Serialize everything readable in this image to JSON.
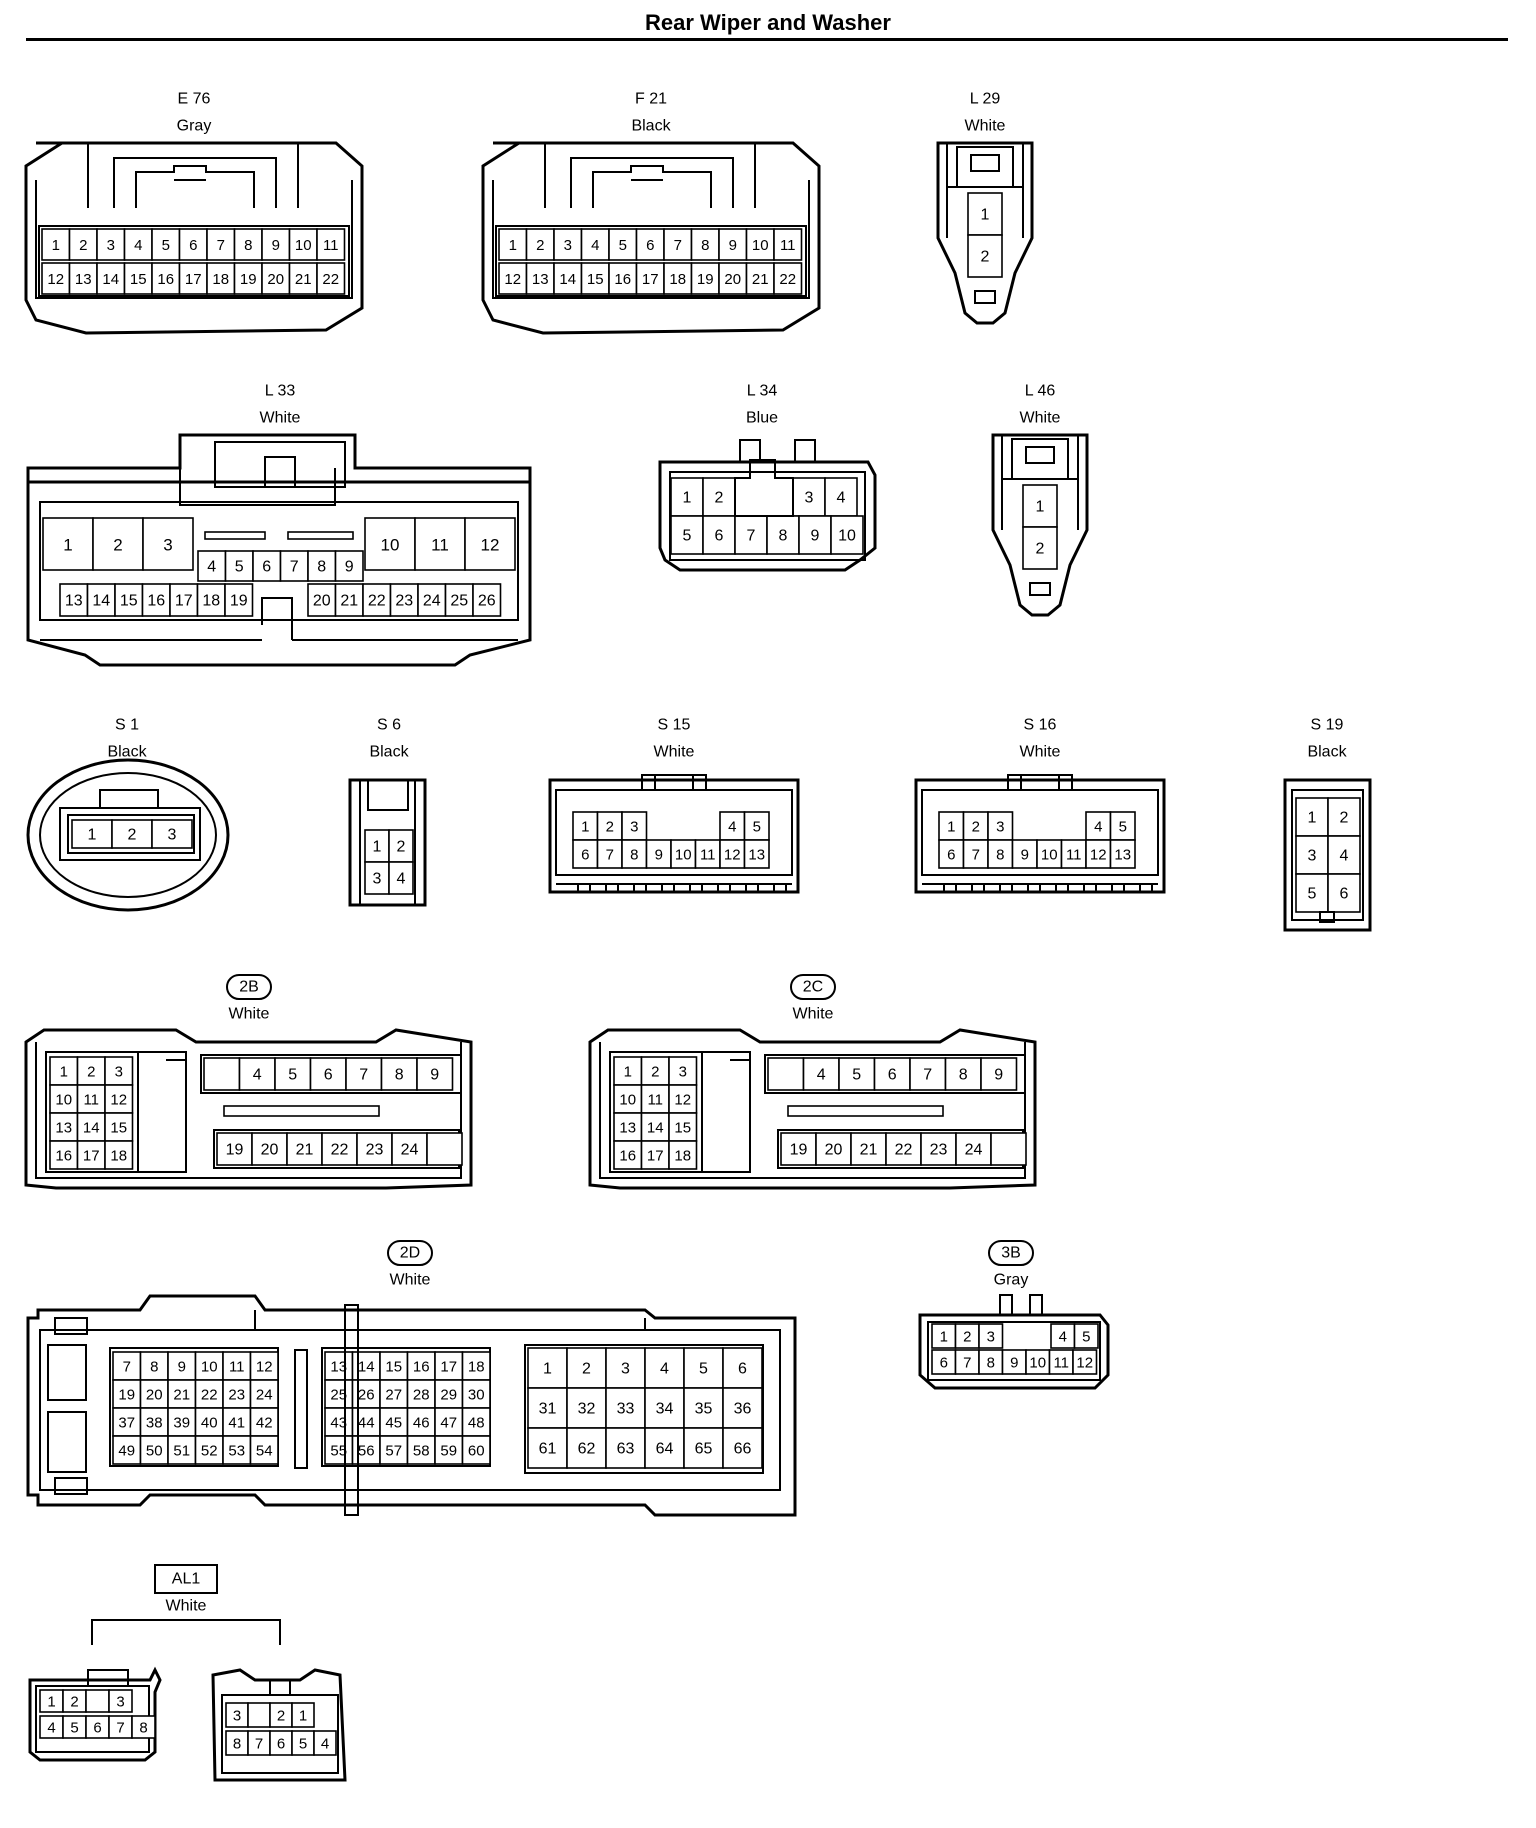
{
  "title": "Rear Wiper and Washer",
  "connectors": [
    {
      "id": "E76",
      "code": "E 76",
      "color": "Gray",
      "shape": "e21",
      "pins": [
        [
          "1",
          "2",
          "3",
          "4",
          "5",
          "6",
          "7",
          "8",
          "9",
          "10",
          "11"
        ],
        [
          "12",
          "13",
          "14",
          "15",
          "16",
          "17",
          "18",
          "19",
          "20",
          "21",
          "22"
        ]
      ]
    },
    {
      "id": "F21",
      "code": "F 21",
      "color": "Black",
      "shape": "e21",
      "pins": [
        [
          "1",
          "2",
          "3",
          "4",
          "5",
          "6",
          "7",
          "8",
          "9",
          "10",
          "11"
        ],
        [
          "12",
          "13",
          "14",
          "15",
          "16",
          "17",
          "18",
          "19",
          "20",
          "21",
          "22"
        ]
      ]
    },
    {
      "id": "L29",
      "code": "L 29",
      "color": "White",
      "shape": "l29",
      "pins": [
        [
          "1"
        ],
        [
          "2"
        ]
      ]
    },
    {
      "id": "L33",
      "code": "L 33",
      "color": "White",
      "shape": "l33",
      "pins": {
        "big_left": [
          "1",
          "2",
          "3"
        ],
        "big_right": [
          "10",
          "11",
          "12"
        ],
        "middle": [
          "4",
          "5",
          "6",
          "7",
          "8",
          "9"
        ],
        "bottom_left": [
          "13",
          "14",
          "15",
          "16",
          "17",
          "18",
          "19"
        ],
        "bottom_right": [
          "20",
          "21",
          "22",
          "23",
          "24",
          "25",
          "26"
        ]
      }
    },
    {
      "id": "L34",
      "code": "L 34",
      "color": "Blue",
      "shape": "l34",
      "pins": {
        "top_left": [
          "1",
          "2"
        ],
        "top_right": [
          "3",
          "4"
        ],
        "bottom": [
          "5",
          "6",
          "7",
          "8",
          "9",
          "10"
        ]
      }
    },
    {
      "id": "L46",
      "code": "L 46",
      "color": "White",
      "shape": "l29",
      "pins": [
        [
          "1"
        ],
        [
          "2"
        ]
      ]
    },
    {
      "id": "S1",
      "code": "S 1",
      "color": "Black",
      "shape": "s1",
      "pins": [
        [
          "1",
          "2",
          "3"
        ]
      ]
    },
    {
      "id": "S6",
      "code": "S 6",
      "color": "Black",
      "shape": "s6",
      "pins": [
        [
          "1",
          "2"
        ],
        [
          "3",
          "4"
        ]
      ]
    },
    {
      "id": "S15",
      "code": "S 15",
      "color": "White",
      "shape": "s15",
      "pins": {
        "top_left": [
          "1",
          "2",
          "3"
        ],
        "top_right": [
          "4",
          "5"
        ],
        "bottom": [
          "6",
          "7",
          "8",
          "9",
          "10",
          "11",
          "12",
          "13"
        ]
      }
    },
    {
      "id": "S16",
      "code": "S 16",
      "color": "White",
      "shape": "s15",
      "pins": {
        "top_left": [
          "1",
          "2",
          "3"
        ],
        "top_right": [
          "4",
          "5"
        ],
        "bottom": [
          "6",
          "7",
          "8",
          "9",
          "10",
          "11",
          "12",
          "13"
        ]
      }
    },
    {
      "id": "S19",
      "code": "S 19",
      "color": "Black",
      "shape": "s19",
      "pins": [
        [
          "1",
          "2"
        ],
        [
          "3",
          "4"
        ],
        [
          "5",
          "6"
        ]
      ]
    },
    {
      "id": "2B",
      "code": "2B",
      "color": "White",
      "shape": "2b",
      "badge": true,
      "pins": {
        "left": [
          [
            "1",
            "2",
            "3"
          ],
          [
            "10",
            "11",
            "12"
          ],
          [
            "13",
            "14",
            "15"
          ],
          [
            "16",
            "17",
            "18"
          ]
        ],
        "top": [
          "4",
          "5",
          "6",
          "7",
          "8",
          "9"
        ],
        "bottom": [
          "19",
          "20",
          "21",
          "22",
          "23",
          "24",
          ""
        ]
      }
    },
    {
      "id": "2C",
      "code": "2C",
      "color": "White",
      "shape": "2b",
      "badge": true,
      "pins": {
        "left": [
          [
            "1",
            "2",
            "3"
          ],
          [
            "10",
            "11",
            "12"
          ],
          [
            "13",
            "14",
            "15"
          ],
          [
            "16",
            "17",
            "18"
          ]
        ],
        "top": [
          "4",
          "5",
          "6",
          "7",
          "8",
          "9"
        ],
        "bottom": [
          "19",
          "20",
          "21",
          "22",
          "23",
          "24",
          ""
        ]
      }
    },
    {
      "id": "2D",
      "code": "2D",
      "color": "White",
      "shape": "2d",
      "badge": true,
      "pins": {
        "block_a": [
          [
            "7",
            "8",
            "9",
            "10",
            "11",
            "12"
          ],
          [
            "19",
            "20",
            "21",
            "22",
            "23",
            "24"
          ],
          [
            "37",
            "38",
            "39",
            "40",
            "41",
            "42"
          ],
          [
            "49",
            "50",
            "51",
            "52",
            "53",
            "54"
          ]
        ],
        "block_b": [
          [
            "13",
            "14",
            "15",
            "16",
            "17",
            "18"
          ],
          [
            "25",
            "26",
            "27",
            "28",
            "29",
            "30"
          ],
          [
            "43",
            "44",
            "45",
            "46",
            "47",
            "48"
          ],
          [
            "55",
            "56",
            "57",
            "58",
            "59",
            "60"
          ]
        ],
        "block_c": [
          [
            "1",
            "2",
            "3",
            "4",
            "5",
            "6"
          ],
          [
            "31",
            "32",
            "33",
            "34",
            "35",
            "36"
          ],
          [
            "61",
            "62",
            "63",
            "64",
            "65",
            "66"
          ]
        ]
      }
    },
    {
      "id": "3B",
      "code": "3B",
      "color": "Gray",
      "shape": "3b",
      "badge": true,
      "pins": {
        "top_left": [
          "1",
          "2",
          "3"
        ],
        "top_right": [
          "4",
          "5"
        ],
        "bottom": [
          "6",
          "7",
          "8",
          "9",
          "10",
          "11",
          "12"
        ]
      }
    },
    {
      "id": "AL1",
      "code": "AL1",
      "color": "White",
      "shape": "al1",
      "box": true,
      "pins": {
        "left_top": [
          "1",
          "2",
          "",
          "3"
        ],
        "left_bottom": [
          "4",
          "5",
          "6",
          "7",
          "8"
        ],
        "right_top": [
          "3",
          "",
          "2",
          "1"
        ],
        "right_bottom": [
          "8",
          "7",
          "6",
          "5",
          "4"
        ]
      }
    }
  ]
}
